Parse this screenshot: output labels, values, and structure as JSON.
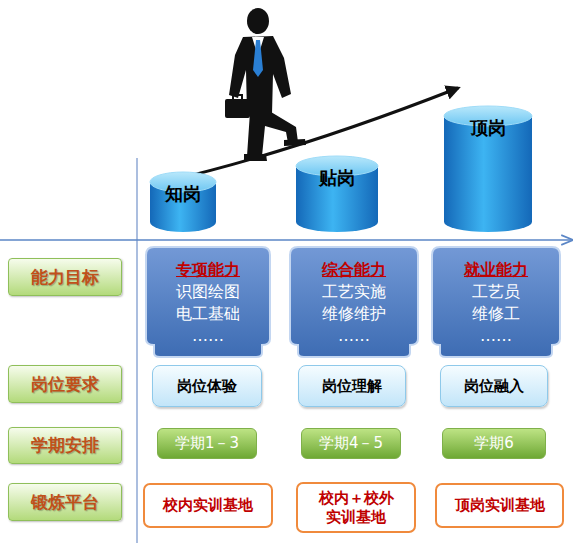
{
  "diagram": {
    "nodes": [
      {
        "text": [
          "知岗"
        ]
      },
      {
        "text": [
          "贴岗"
        ]
      },
      {
        "text": [
          "顶岗"
        ]
      },
      {
        "text": [
          "能力目标"
        ]
      },
      {
        "text": [
          "专项能力",
          "识图绘图 电工基础 ……"
        ]
      },
      {
        "text": [
          "综合能力",
          "工艺实施 维修维护 ……"
        ]
      },
      {
        "text": [
          "就业能力",
          "工艺员 维修工 ……"
        ]
      },
      {
        "text": [
          "岗位要求"
        ]
      },
      {
        "text": [
          "岗位体验"
        ]
      },
      {
        "text": [
          "岗位理解"
        ]
      },
      {
        "text": [
          "岗位融入"
        ]
      },
      {
        "text": [
          "学期安排"
        ]
      },
      {
        "text": [
          "学期1－3"
        ]
      },
      {
        "text": [
          "学期4－5"
        ]
      },
      {
        "text": [
          "学期6"
        ]
      },
      {
        "text": [
          "锻炼平台"
        ]
      },
      {
        "text": [
          "校内实训基地"
        ]
      },
      {
        "text": [
          "校内＋校外 实训基地"
        ]
      },
      {
        "text": [
          "顶岗实训基地"
        ]
      }
    ]
  }
}
